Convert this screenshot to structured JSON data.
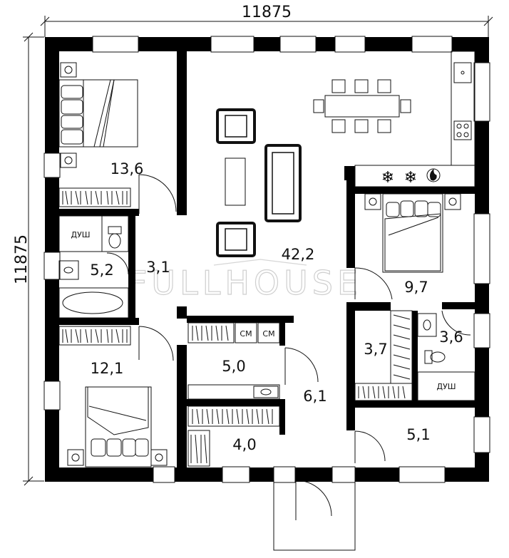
{
  "dimensions": {
    "top": "11875",
    "left": "11875"
  },
  "watermark": "FULLHOUSE",
  "rooms": [
    {
      "id": "bedroom-1",
      "area": "13,6"
    },
    {
      "id": "living-kitchen",
      "area": "42,2"
    },
    {
      "id": "bedroom-2",
      "area": "9,7"
    },
    {
      "id": "bathroom-1",
      "area": "5,2"
    },
    {
      "id": "corridor-1",
      "area": "3,1"
    },
    {
      "id": "bedroom-3",
      "area": "12,1"
    },
    {
      "id": "laundry",
      "area": "5,0"
    },
    {
      "id": "hall",
      "area": "6,1"
    },
    {
      "id": "storage",
      "area": "4,0"
    },
    {
      "id": "wardrobe",
      "area": "3,7"
    },
    {
      "id": "bathroom-2",
      "area": "3,6"
    },
    {
      "id": "room-5-1",
      "area": "5,1"
    }
  ],
  "labels": {
    "shower_1": "ДУШ",
    "shower_2": "ДУШ",
    "washer_1": "СМ",
    "washer_2": "СМ"
  }
}
